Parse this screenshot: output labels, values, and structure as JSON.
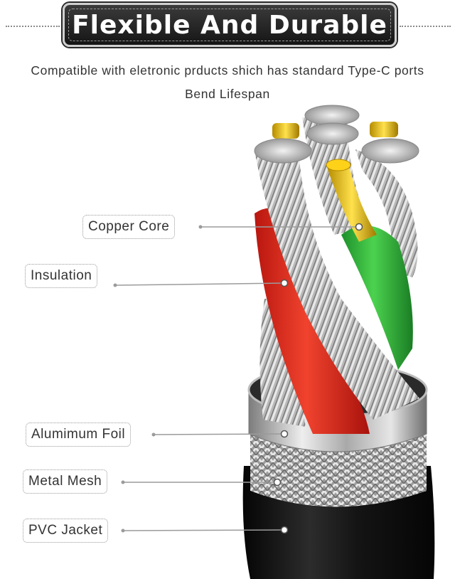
{
  "header": {
    "title": "Flexible And Durable",
    "subtitle": "Compatible with eletronic prducts shich has standard Type-C ports",
    "tagline": "Bend Lifespan"
  },
  "layers": [
    {
      "label": "Copper Core"
    },
    {
      "label": "Insulation"
    },
    {
      "label": "Alumimum Foil"
    },
    {
      "label": "Metal Mesh"
    },
    {
      "label": "PVC Jacket"
    }
  ],
  "colors": {
    "banner": "#1f1f1f",
    "wire_red": "#e0261d",
    "wire_green": "#2fb238",
    "copper_gold": "#e8c200",
    "jacket_black": "#141414",
    "foil_silver": "#c9c9c9"
  }
}
